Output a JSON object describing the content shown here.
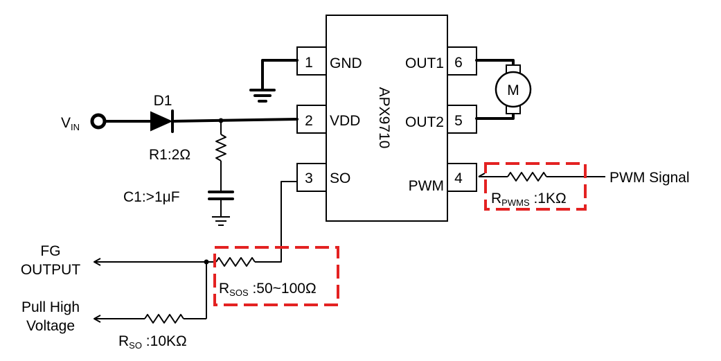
{
  "chip": {
    "name": "APX9710",
    "pins": [
      {
        "num": "1",
        "name": "GND"
      },
      {
        "num": "2",
        "name": "VDD"
      },
      {
        "num": "3",
        "name": "SO"
      },
      {
        "num": "4",
        "name": "PWM"
      },
      {
        "num": "5",
        "name": "OUT2"
      },
      {
        "num": "6",
        "name": "OUT1"
      }
    ]
  },
  "labels": {
    "vin_main": "V",
    "vin_sub": "IN",
    "d1": "D1",
    "r1": "R1:2Ω",
    "c1": "C1:>1μF",
    "motor": "M",
    "pwm_signal": "PWM Signal",
    "rpwms_main": "R",
    "rpwms_sub": "PWMS",
    "rpwms_val": " :1KΩ",
    "rsos_main": "R",
    "rsos_sub": "SOS",
    "rsos_val": " :50~100Ω",
    "rso_main": "R",
    "rso_sub": "SO",
    "rso_val": " :10KΩ",
    "fg_line1": "FG",
    "fg_line2": "OUTPUT",
    "pull_line1": "Pull High",
    "pull_line2": "Voltage"
  },
  "highlight_color": "#e32222"
}
